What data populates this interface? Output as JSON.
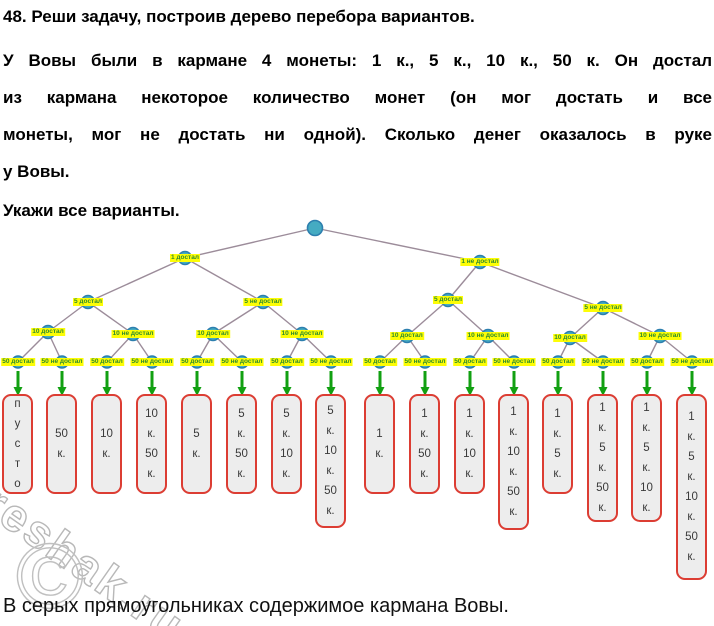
{
  "header": {
    "title": "48. Реши задачу, построив дерево перебора вариантов.",
    "problem_lines": [
      "У Вовы были в кармане 4 монеты: 1 к., 5 к., 10 к., 50 к. Он достал",
      "из кармана некоторое количество монет (он мог достать и все",
      "монеты, мог не достать ни одной). Сколько денег оказалось в руке",
      "у Вовы."
    ],
    "instruction": "Укажи все варианты."
  },
  "tree": {
    "colors": {
      "node_fill": "#45abc2",
      "node_stroke": "#2d7fae",
      "edge": "#9c8c9a",
      "label_bg": "#fdfd06",
      "label_text": "#2e8b2e",
      "arrow": "#12a012",
      "box_border": "#dc3d33",
      "box_fill": "#ededed"
    },
    "levels": {
      "l1": [
        "1 достал",
        "1 не достал"
      ],
      "l2": [
        "5 достал",
        "5 не достал",
        "5 достал",
        "5 не достал"
      ],
      "l3": [
        "10 достал",
        "10 не достал",
        "10 достал",
        "10 не достал",
        "10 достал",
        "10 не достал",
        "10 достал",
        "10 не достал"
      ],
      "l4": [
        "50 достал",
        "50 не достал",
        "50 достал",
        "50 не достал",
        "50 достал",
        "50 не достал",
        "50 достал",
        "50 не достал",
        "50 достал",
        "50 не достал",
        "50 достал",
        "50 не достал",
        "50 достал",
        "50 не достал",
        "50 достал",
        "50 не достал"
      ]
    },
    "boxes": [
      {
        "lines": [
          "п",
          "у",
          "с",
          "т",
          "о"
        ]
      },
      {
        "lines": [
          "50",
          "к."
        ]
      },
      {
        "lines": [
          "10",
          "к."
        ]
      },
      {
        "lines": [
          "10",
          "к.",
          "50",
          "к."
        ]
      },
      {
        "lines": [
          "5",
          "к."
        ]
      },
      {
        "lines": [
          "5",
          "к.",
          "50",
          "к."
        ]
      },
      {
        "lines": [
          "5",
          "к.",
          "10",
          "к."
        ]
      },
      {
        "lines": [
          "5",
          "к.",
          "10",
          "к.",
          "50",
          "к."
        ]
      },
      {
        "lines": [
          "1",
          "к."
        ]
      },
      {
        "lines": [
          "1",
          "к.",
          "50",
          "к."
        ]
      },
      {
        "lines": [
          "1",
          "к.",
          "10",
          "к."
        ]
      },
      {
        "lines": [
          "1",
          "к.",
          "10",
          "к.",
          "50",
          "к."
        ]
      },
      {
        "lines": [
          "1",
          "к.",
          "5",
          "к."
        ]
      },
      {
        "lines": [
          "1",
          "к.",
          "5",
          "к.",
          "50",
          "к."
        ]
      },
      {
        "lines": [
          "1",
          "к.",
          "5",
          "к.",
          "10",
          "к."
        ]
      },
      {
        "lines": [
          "1",
          "к.",
          "5",
          "к.",
          "10",
          "к.",
          "50",
          "к."
        ]
      }
    ]
  },
  "footer": {
    "caption": "В серых прямоугольниках содержимое кармана Вовы."
  },
  "watermark": {
    "text": "reshak.ru",
    "symbol": "©"
  }
}
